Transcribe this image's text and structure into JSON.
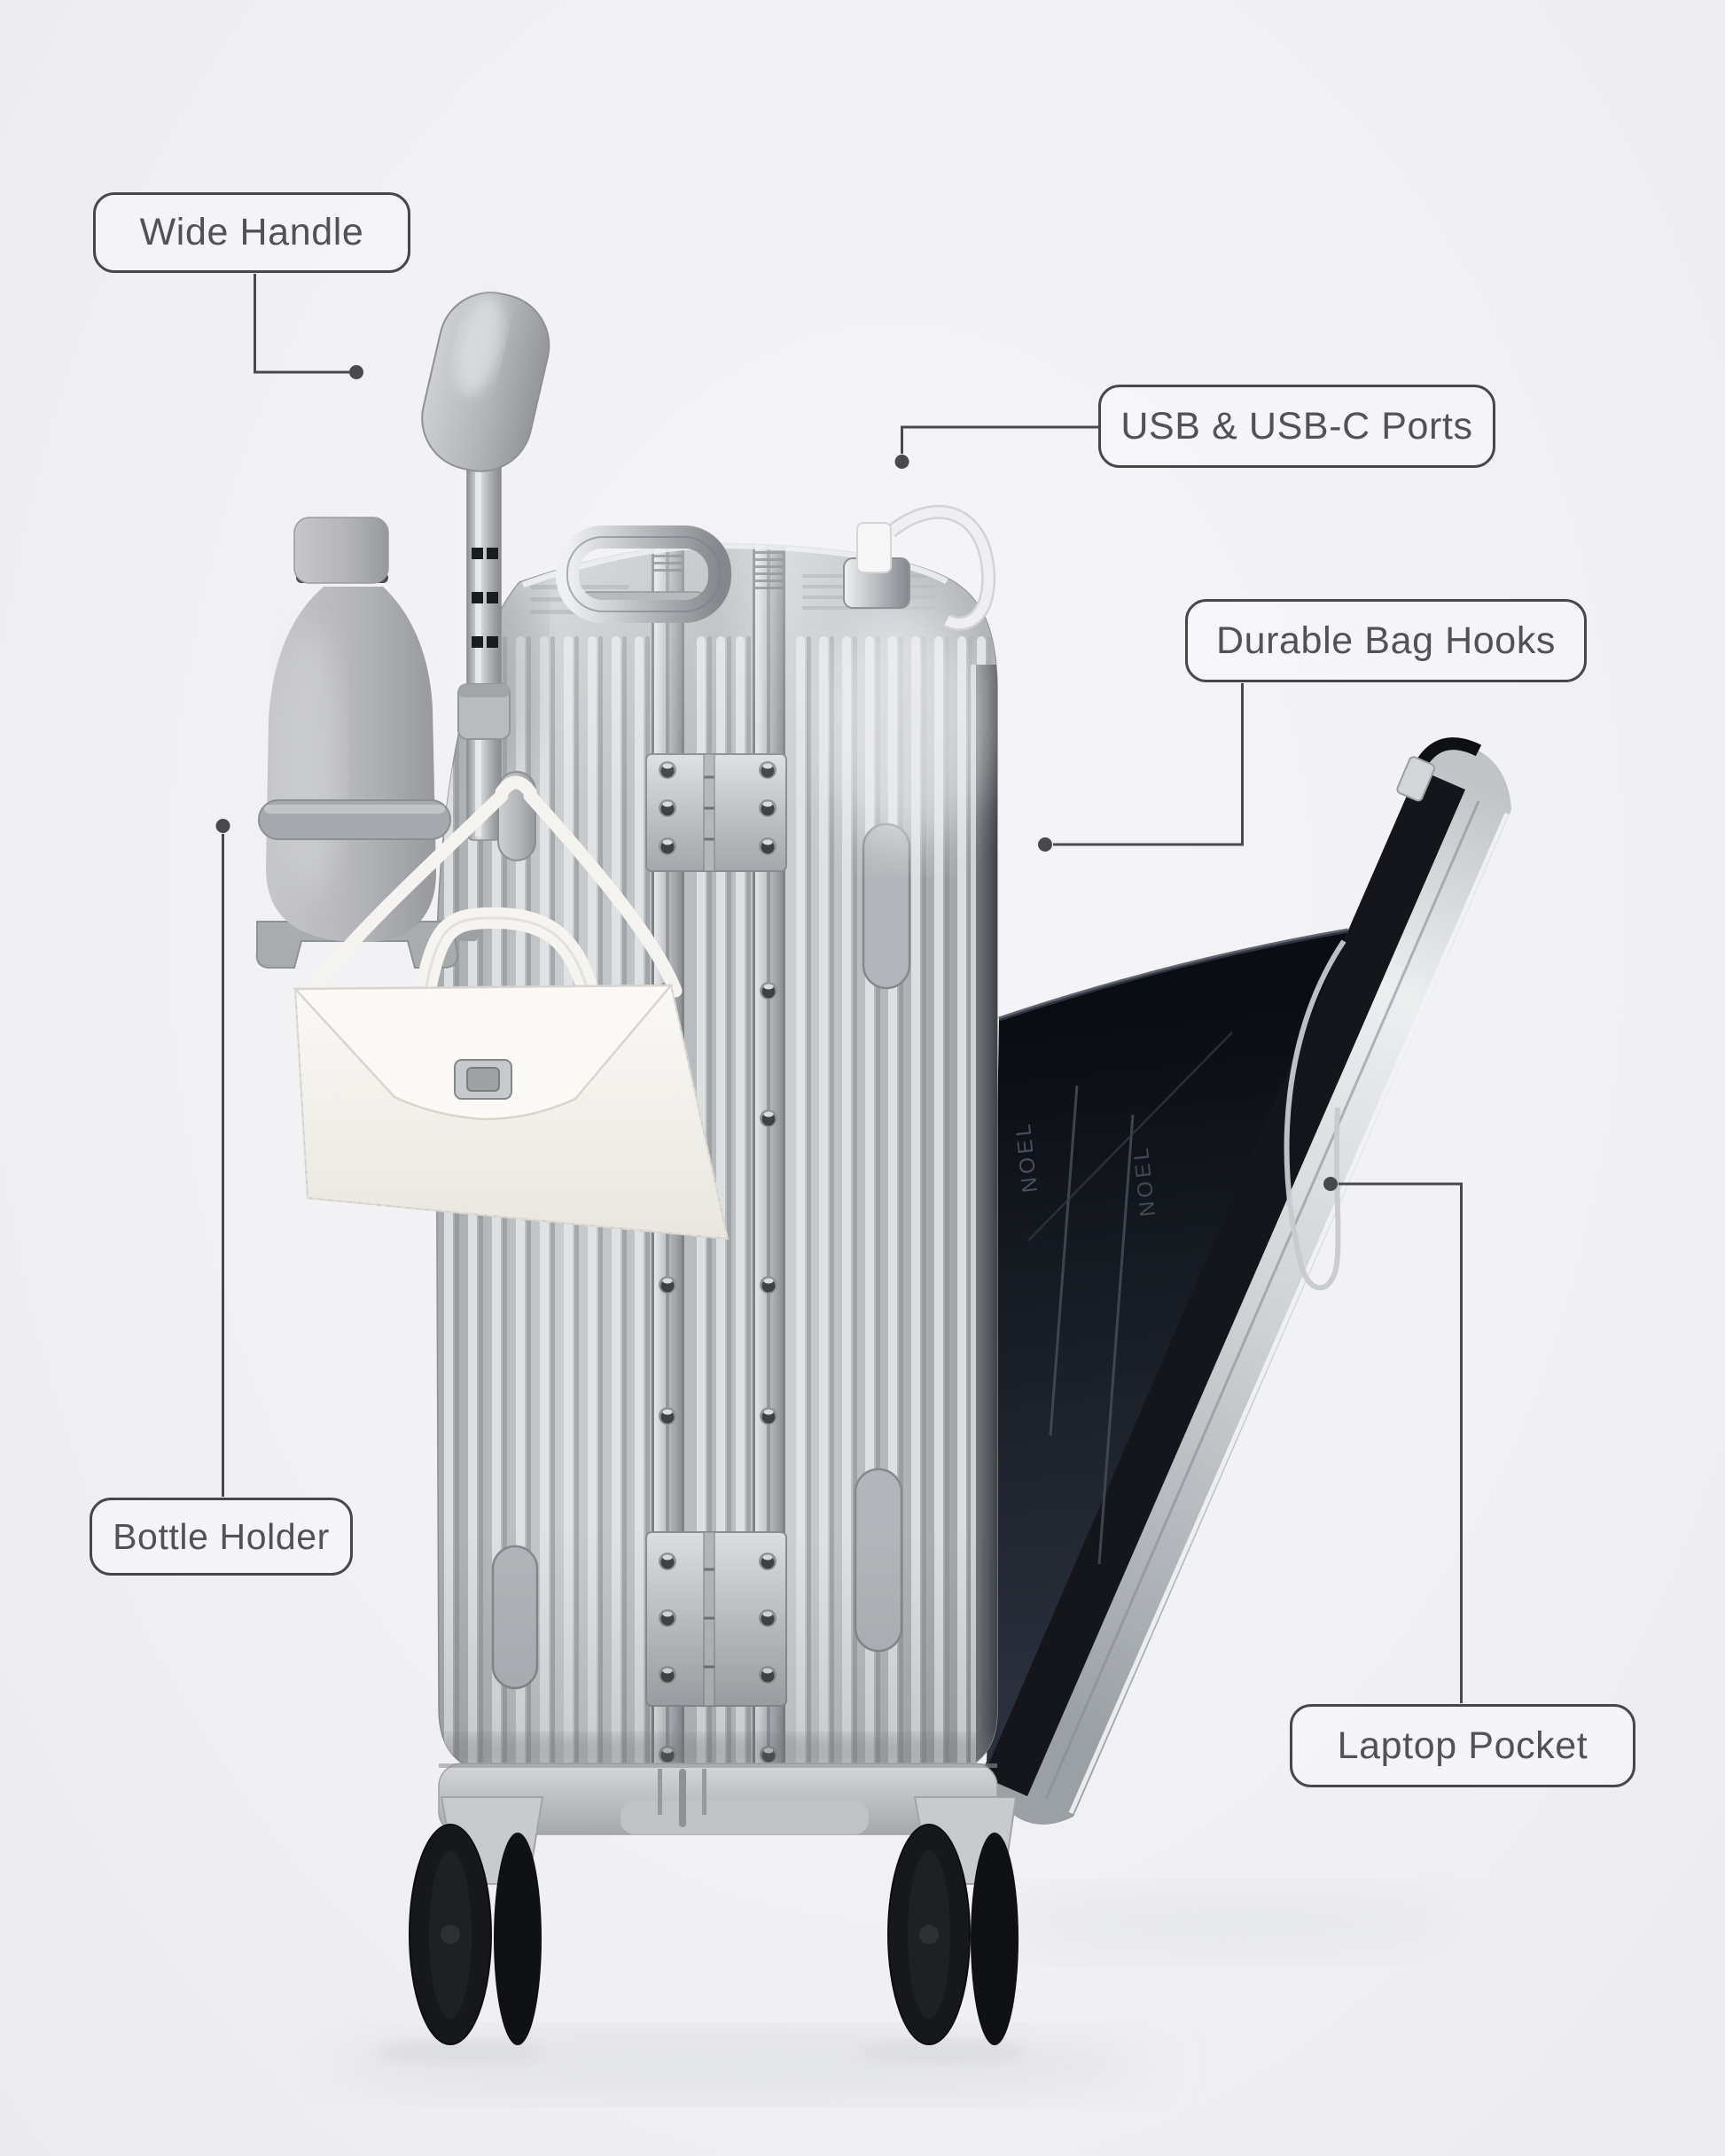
{
  "page": {
    "background_color": "#f1f1f4"
  },
  "callouts": {
    "wide_handle": {
      "label": "Wide Handle"
    },
    "usb_ports": {
      "label": "USB & USB-C Ports"
    },
    "bag_hooks": {
      "label": "Durable Bag Hooks"
    },
    "bottle_holder": {
      "label": "Bottle Holder"
    },
    "laptop_pocket": {
      "label": "Laptop Pocket"
    }
  },
  "product": {
    "pocket_brand_text": "NOEL"
  },
  "colors": {
    "callout_border": "#46474a",
    "callout_text": "#515254",
    "leader_line": "#48494c",
    "leader_dot": "#48494c",
    "suitcase_silver": "#bfc2c6",
    "aluminum_frame": "#d7d9db",
    "pocket_fabric_dark": "#161a22",
    "lid_silver": "#c7cbce",
    "bottle_gray": "#b6b7ba",
    "bag_white": "#f4f3f0",
    "wheel_black": "#17181b",
    "accessory_gray": "#b0b3b6"
  }
}
